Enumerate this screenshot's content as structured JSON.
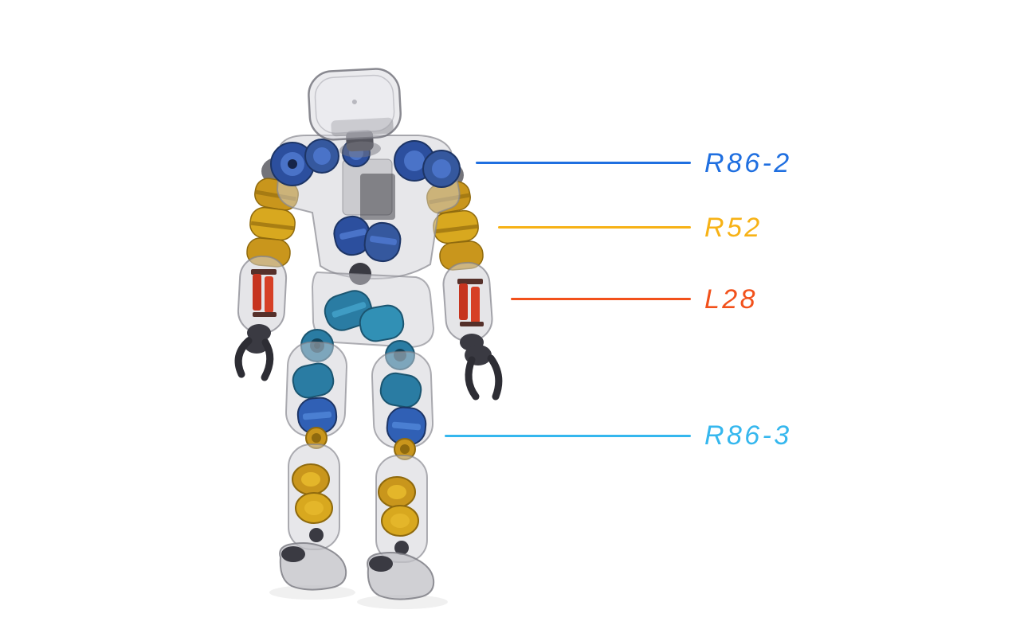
{
  "figure": {
    "background_color": "#ffffff",
    "callouts": [
      {
        "label": "R86-2",
        "color": "#1f6fe0"
      },
      {
        "label": "R52",
        "color": "#f7b216"
      },
      {
        "label": "L28",
        "color": "#f2511b"
      },
      {
        "label": "R86-3",
        "color": "#35b7ee"
      }
    ],
    "robot": {
      "part_colors": {
        "shoulder_actuator_blue": "#2c4f9e",
        "elbow_actuator_gold": "#c9961c",
        "forearm_actuator_red": "#c6341f",
        "hip_actuator_teal": "#2a7ca3",
        "knee_actuator_blue": "#3060b5",
        "ankle_actuator_gold": "#c9961c",
        "shell_gray": "#d0d0d6"
      }
    }
  }
}
